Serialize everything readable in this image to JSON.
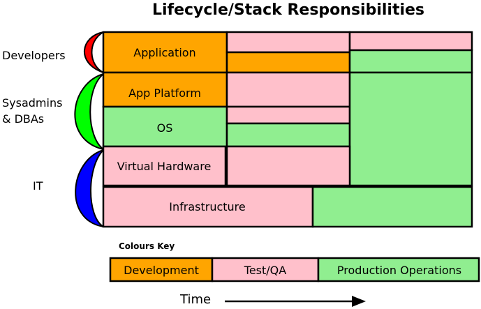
{
  "title": "Lifecycle/Stack Responsibilities",
  "roles": {
    "developers": "Developers",
    "sysadmins_line1": "Sysadmins",
    "sysadmins_line2": "& DBAs",
    "it": "IT"
  },
  "layers": {
    "application": "Application",
    "app_platform": "App Platform",
    "os": "OS",
    "virtual_hardware": "Virtual Hardware",
    "infrastructure": "Infrastructure"
  },
  "key": {
    "title": "Colours Key",
    "development": "Development",
    "test_qa": "Test/QA",
    "production": "Production Operations"
  },
  "time_label": "Time",
  "colors": {
    "development": "#ffa500",
    "test_qa": "#ffc0cb",
    "production": "#90ee90",
    "brace_developers": "#ff0000",
    "brace_sysadmins": "#00ff00",
    "brace_it": "#0000ff"
  }
}
